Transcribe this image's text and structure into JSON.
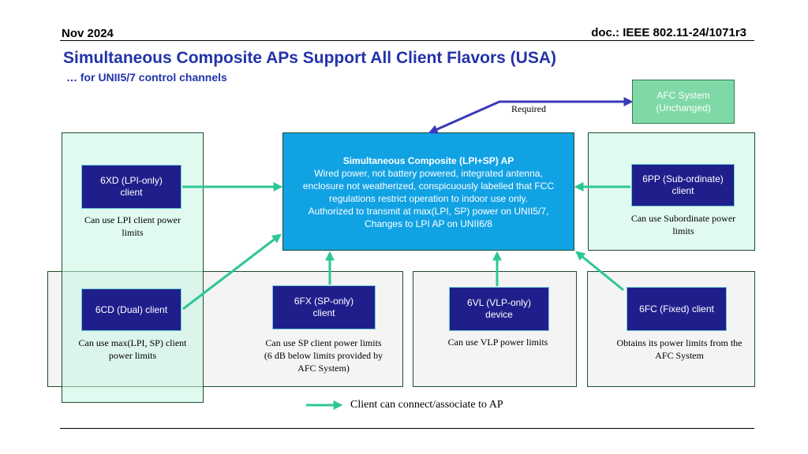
{
  "header": {
    "date": "Nov 2024",
    "doc": "doc.: IEEE 802.11-24/1071r3"
  },
  "title": "Simultaneous Composite APs Support All Client Flavors (USA)",
  "subtitle": "… for UNII5/7 control channels",
  "afc": {
    "line1": "AFC System",
    "line2": "(Unchanged)"
  },
  "required_label": "Required",
  "ap": {
    "title": "Simultaneous Composite (LPI+SP) AP",
    "lines": [
      "Wired power, not battery powered, integrated antenna,",
      "enclosure not weatherized, conspicuously labelled that FCC",
      "regulations restrict operation to indoor use only.",
      "Authorized to transmit at max(LPI, SP) power on UNII5/7,",
      "Changes to LPI AP on UNII6/8"
    ]
  },
  "clients": {
    "xd": {
      "line1": "6XD (LPI-only)",
      "line2": "client",
      "desc": [
        "Can use LPI client power",
        "limits"
      ]
    },
    "pp": {
      "line1": "6PP (Sub-ordinate)",
      "line2": "client",
      "desc": [
        "Can use Subordinate power",
        "limits"
      ]
    },
    "cd": {
      "line1": "6CD (Dual) client",
      "desc": [
        "Can use max(LPI, SP) client",
        "power limits"
      ]
    },
    "fx": {
      "line1": "6FX (SP-only)",
      "line2": "client",
      "desc": [
        "Can use SP client power limits",
        "(6 dB below limits provided by",
        "AFC System)"
      ]
    },
    "vl": {
      "line1": "6VL (VLP-only)",
      "line2": "device",
      "desc": [
        "Can use VLP power limits"
      ]
    },
    "fc": {
      "line1": "6FC (Fixed) client",
      "desc": [
        "Obtains its power limits from the",
        "AFC System"
      ]
    }
  },
  "legend": "Client can connect/associate to AP",
  "colors": {
    "arrow_green": "#2ec794",
    "arrow_blue": "#3a3ab8",
    "box_navy": "#1f1f8c",
    "ap_blue": "#11a2e4",
    "afc_green": "#7fd9a6",
    "title_blue": "#2233a8"
  }
}
